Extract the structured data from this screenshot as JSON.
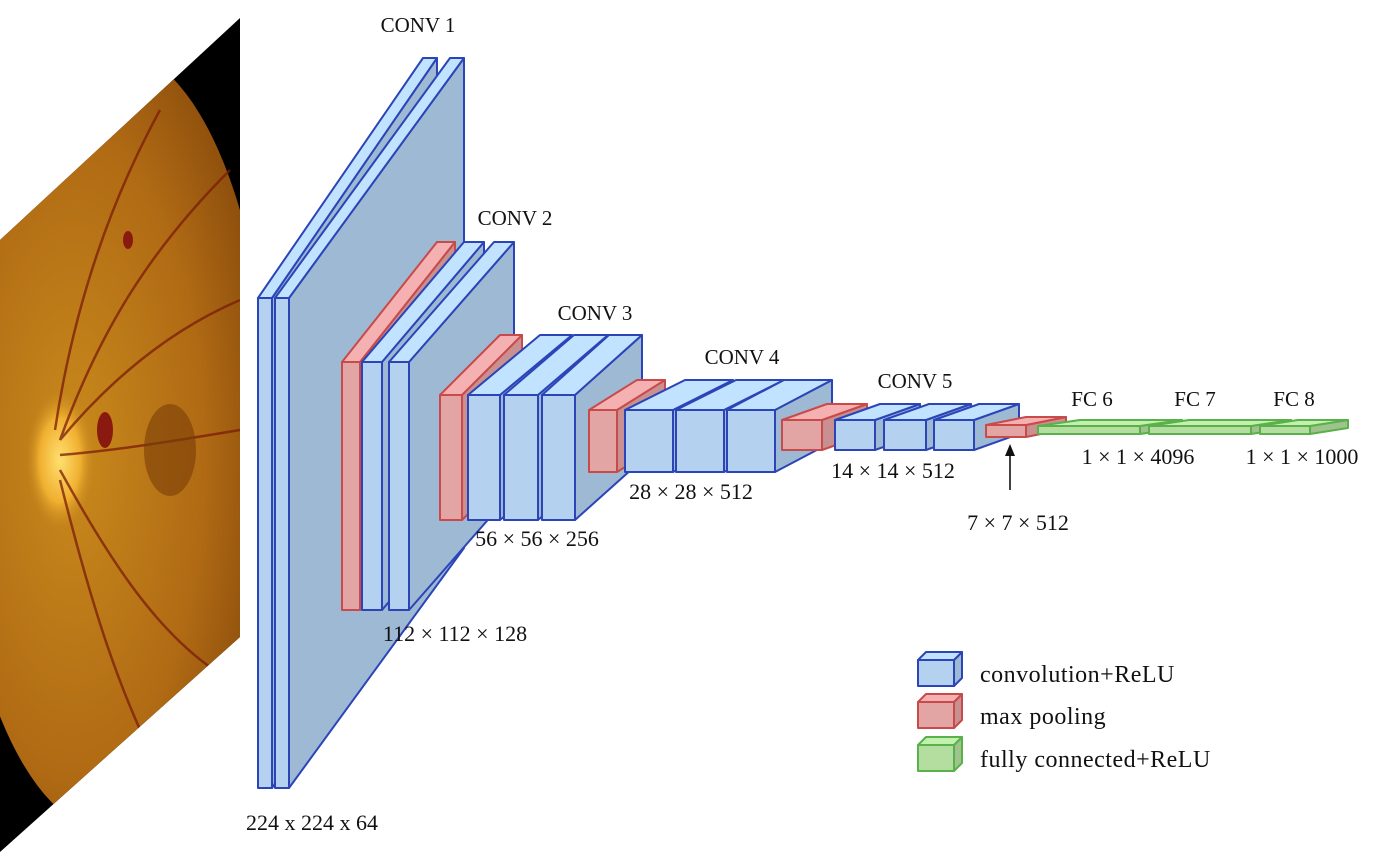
{
  "colors": {
    "conv_fill": "#b4d2f0",
    "conv_stroke": "#2b45b8",
    "pool_fill": "#e3a4a4",
    "pool_stroke": "#c84a4a",
    "fc_fill": "#b4dea0",
    "fc_stroke": "#5ab04a"
  },
  "input_image": {
    "icon": "retina-fundus-image"
  },
  "stages": [
    {
      "title": "CONV 1",
      "size": "224 x 224 x 64"
    },
    {
      "title": "CONV 2",
      "size": "112 × 112 × 128"
    },
    {
      "title": "CONV 3",
      "size": "56 × 56 × 256"
    },
    {
      "title": "CONV 4",
      "size": "28 × 28 × 512"
    },
    {
      "title": "CONV 5",
      "size": "14 × 14 × 512"
    },
    {
      "title": "",
      "size": "7 × 7 × 512"
    },
    {
      "title": "FC 6",
      "size": "1 × 1 × 4096"
    },
    {
      "title": "FC 7",
      "size": ""
    },
    {
      "title": "FC 8",
      "size": "1 × 1 × 1000"
    }
  ],
  "legend": [
    {
      "label": "convolution+ReLU",
      "kind": "conv"
    },
    {
      "label": "max pooling",
      "kind": "pool"
    },
    {
      "label": "fully connected+ReLU",
      "kind": "fc"
    }
  ]
}
